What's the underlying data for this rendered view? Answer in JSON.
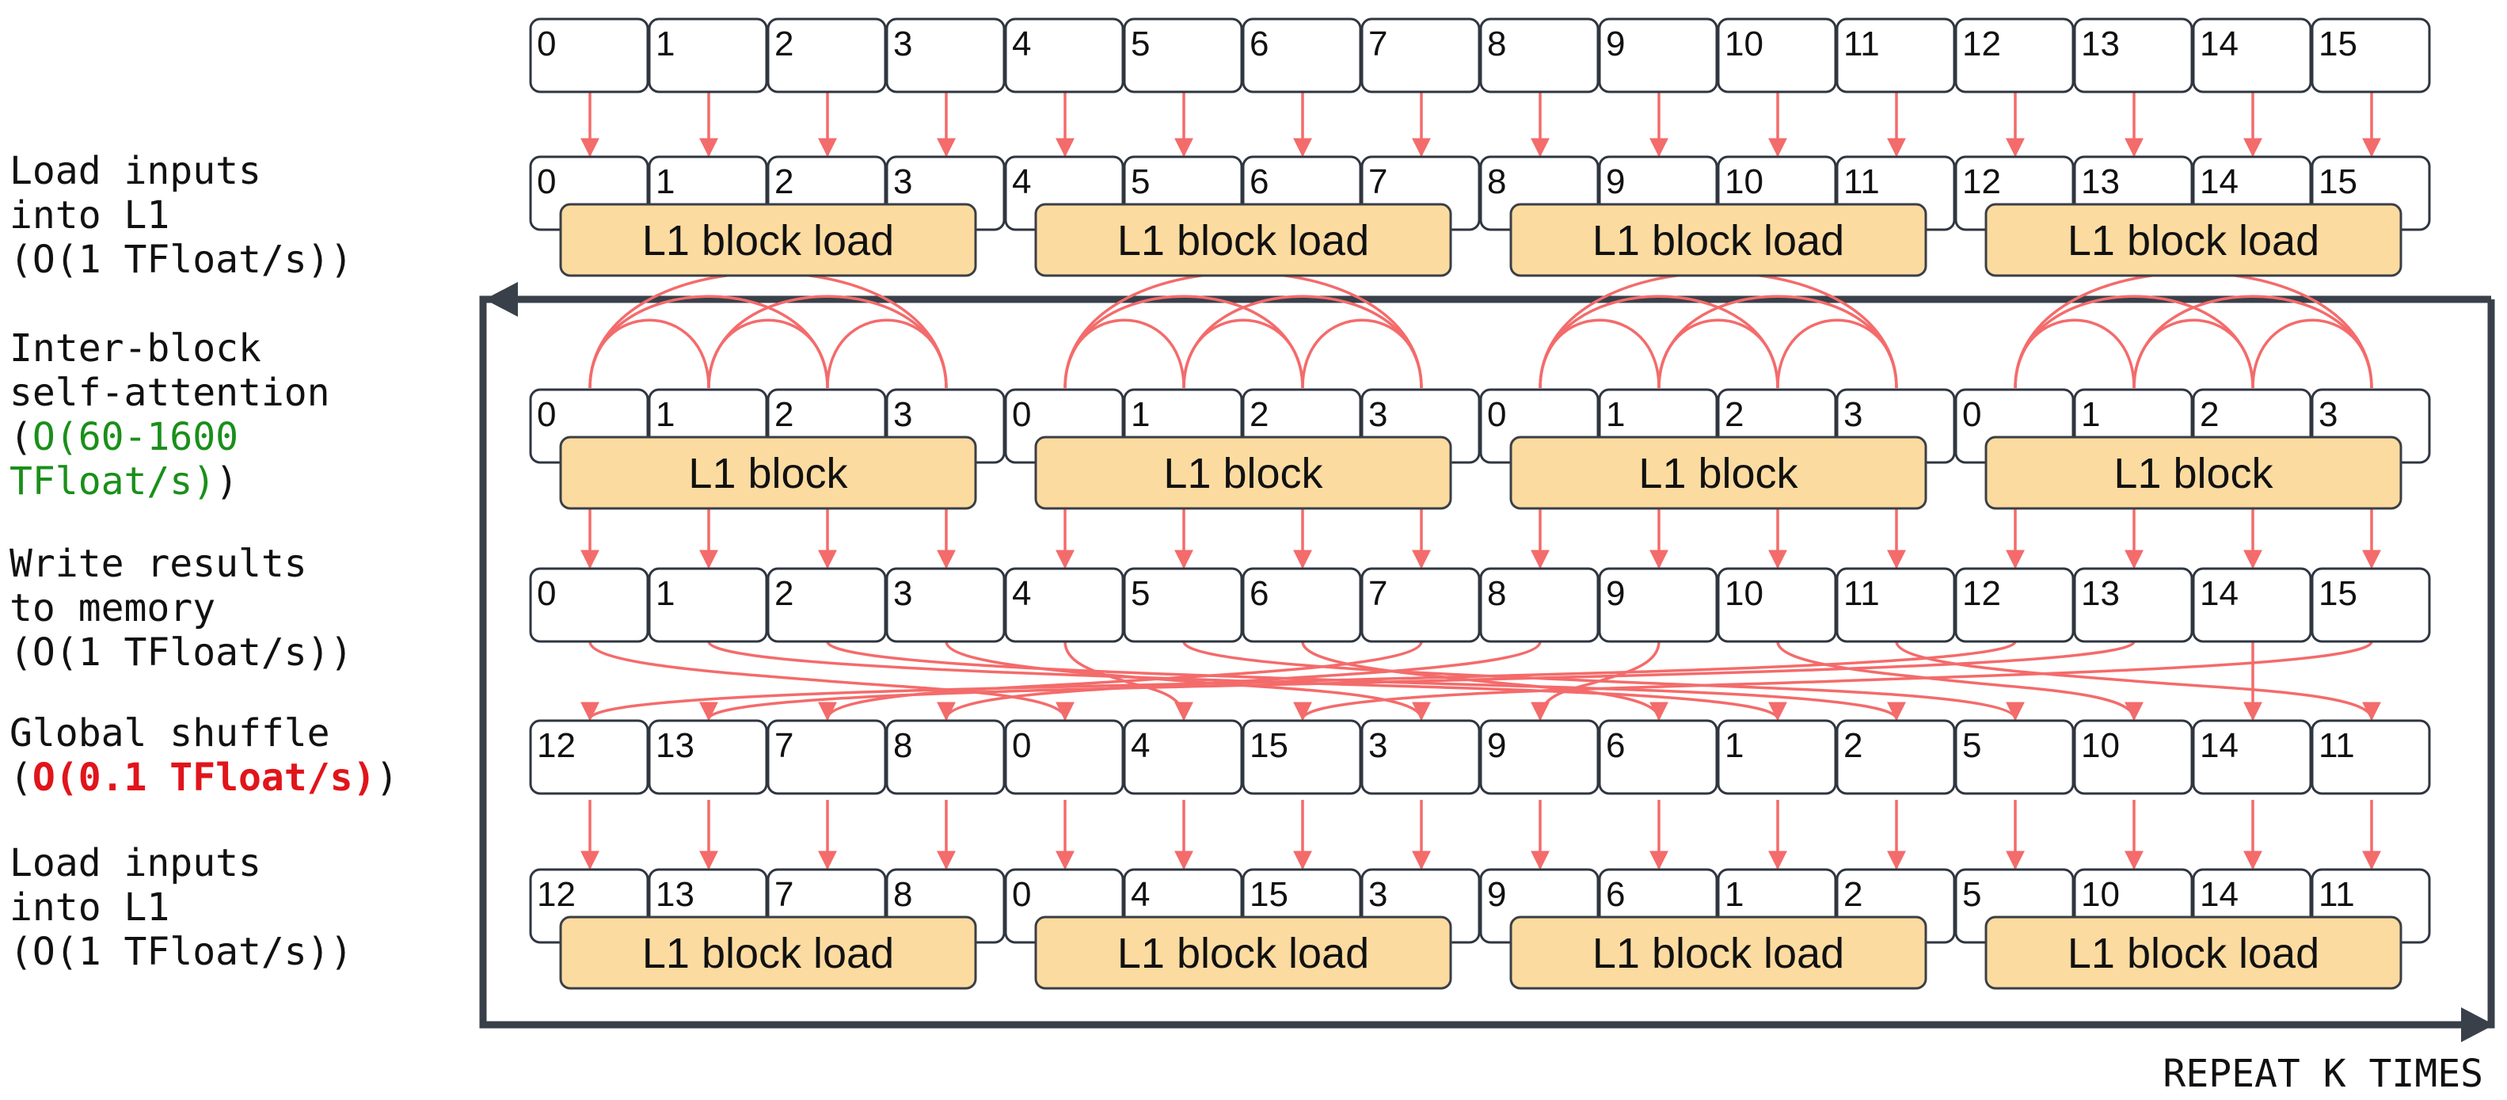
{
  "labels": [
    {
      "lines": [
        {
          "text": "Load inputs"
        },
        {
          "text": "into L1"
        },
        {
          "text": "(O(1 TFloat/s))"
        }
      ]
    },
    {
      "lines": [
        {
          "text": "Inter-block"
        },
        {
          "text": "self-attention"
        },
        {
          "parts": [
            {
              "text": "(",
              "color": "#111111"
            },
            {
              "text": "O(60-1600",
              "color": "#1a8f1a"
            }
          ]
        },
        {
          "parts": [
            {
              "text": "TFloat/s)",
              "color": "#1a8f1a"
            },
            {
              "text": ")",
              "color": "#111111"
            }
          ]
        }
      ]
    },
    {
      "lines": [
        {
          "text": "Write results"
        },
        {
          "text": "to memory"
        },
        {
          "text": "(O(1 TFloat/s))"
        }
      ]
    },
    {
      "lines": [
        {
          "text": "Global shuffle"
        },
        {
          "parts": [
            {
              "text": "(",
              "color": "#111111"
            },
            {
              "text": "O(0.1 TFloat/s)",
              "color": "#e0151b",
              "bold": true
            },
            {
              "text": ")",
              "color": "#111111"
            }
          ]
        }
      ]
    },
    {
      "lines": [
        {
          "text": "Load inputs"
        },
        {
          "text": "into L1"
        },
        {
          "text": "(O(1 TFloat/s))"
        }
      ]
    }
  ],
  "rows": [
    {
      "name": "input-memory-row",
      "cells": [
        "0",
        "1",
        "2",
        "3",
        "4",
        "5",
        "6",
        "7",
        "8",
        "9",
        "10",
        "11",
        "12",
        "13",
        "14",
        "15"
      ]
    },
    {
      "name": "l1-load-row",
      "cells": [
        "0",
        "1",
        "2",
        "3",
        "4",
        "5",
        "6",
        "7",
        "8",
        "9",
        "10",
        "11",
        "12",
        "13",
        "14",
        "15"
      ],
      "blocks": [
        "L1 block load",
        "L1 block load",
        "L1 block load",
        "L1 block load"
      ]
    },
    {
      "name": "attention-row",
      "cells": [
        "0",
        "1",
        "2",
        "3",
        "0",
        "1",
        "2",
        "3",
        "0",
        "1",
        "2",
        "3",
        "0",
        "1",
        "2",
        "3"
      ],
      "blocks": [
        "L1 block",
        "L1 block",
        "L1 block",
        "L1 block"
      ]
    },
    {
      "name": "write-results-row",
      "cells": [
        "0",
        "1",
        "2",
        "3",
        "4",
        "5",
        "6",
        "7",
        "8",
        "9",
        "10",
        "11",
        "12",
        "13",
        "14",
        "15"
      ]
    },
    {
      "name": "shuffled-row",
      "cells": [
        "12",
        "13",
        "7",
        "8",
        "0",
        "4",
        "15",
        "3",
        "9",
        "6",
        "1",
        "2",
        "5",
        "10",
        "14",
        "11"
      ]
    },
    {
      "name": "shuffled-l1-load-row",
      "cells": [
        "12",
        "13",
        "7",
        "8",
        "0",
        "4",
        "15",
        "3",
        "9",
        "6",
        "1",
        "2",
        "5",
        "10",
        "14",
        "11"
      ],
      "blocks": [
        "L1 block load",
        "L1 block load",
        "L1 block load",
        "L1 block load"
      ]
    }
  ],
  "repeat_label": "REPEAT K TIMES",
  "colors": {
    "arrow": "#f46b6b",
    "block_fill": "#fcdba0",
    "loop": "#39404a",
    "green": "#1a8f1a",
    "red": "#e0151b"
  }
}
